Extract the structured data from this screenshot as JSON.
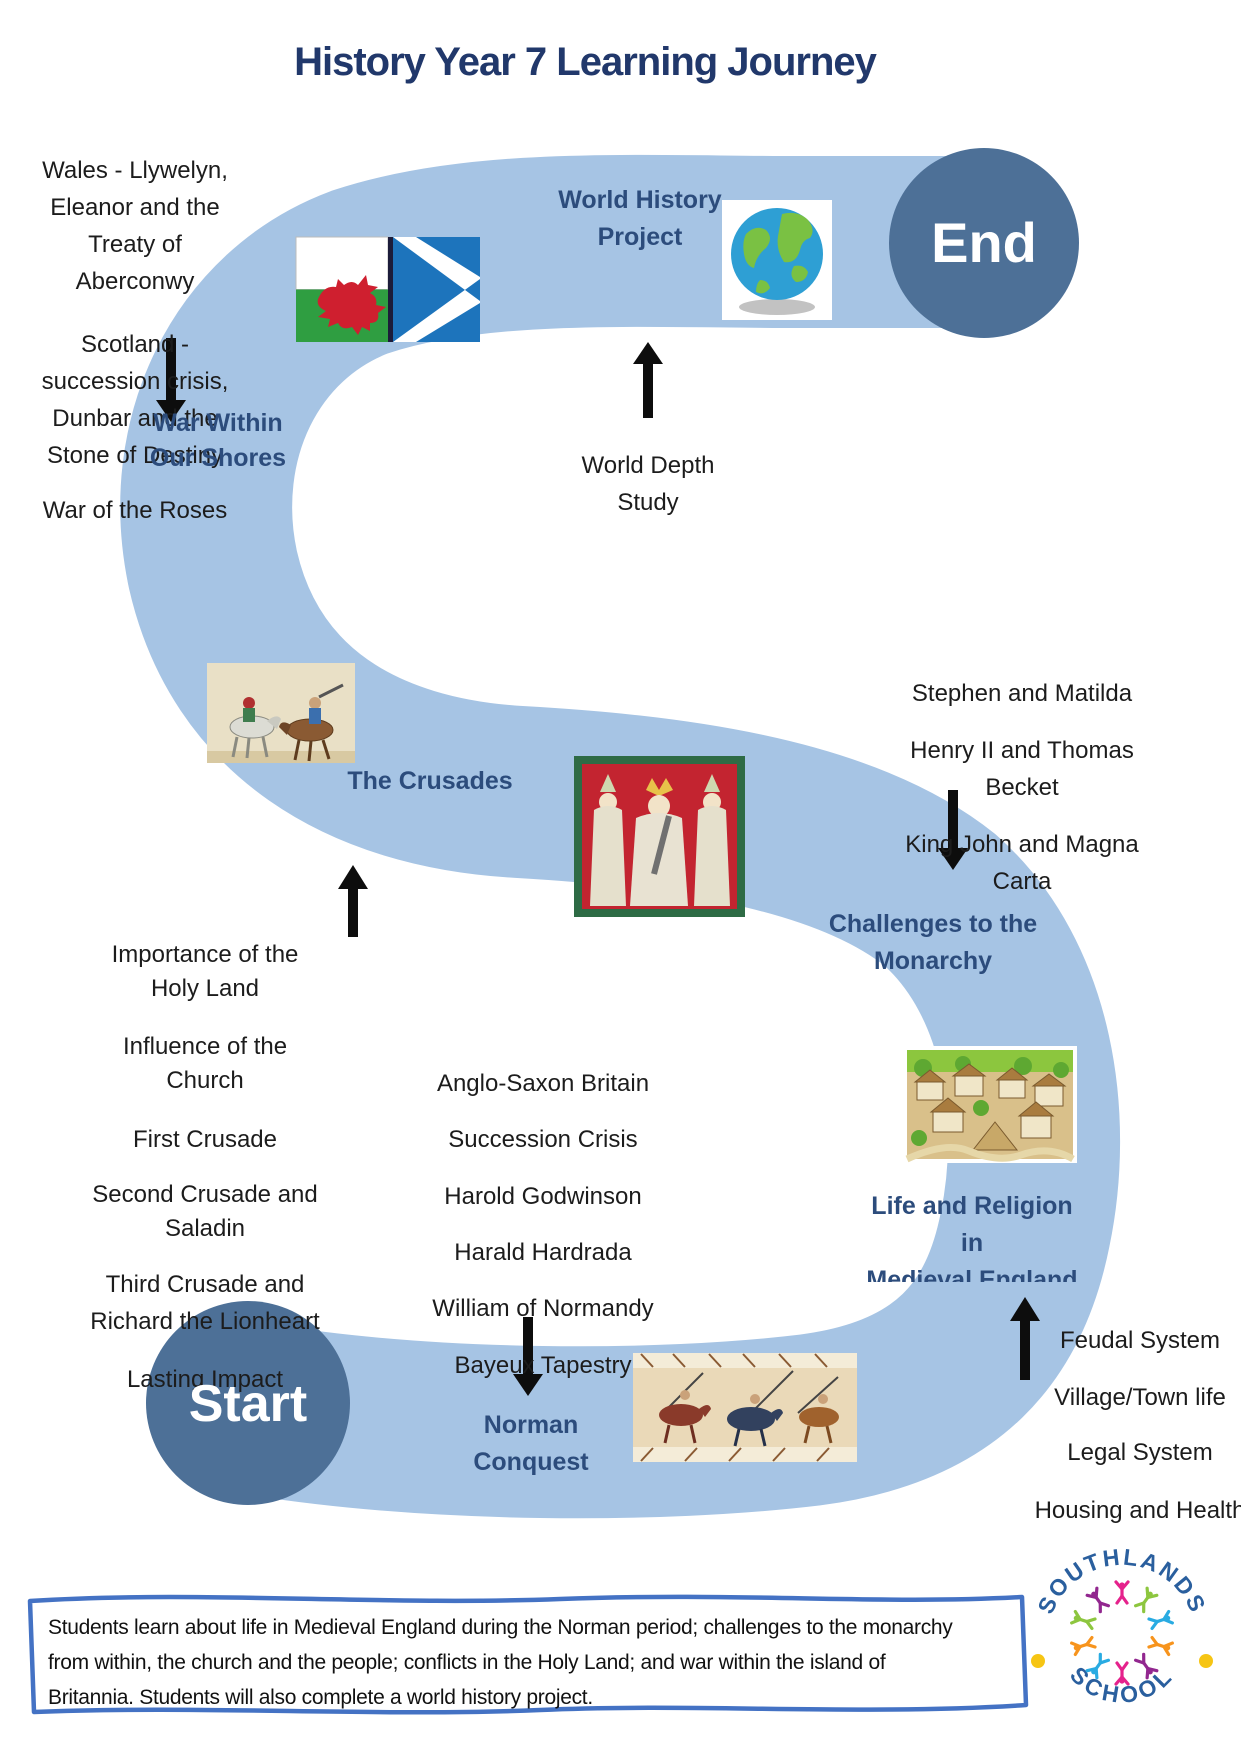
{
  "title": "History Year 7 Learning Journey",
  "journey": {
    "start_label": "Start",
    "end_label": "End",
    "path_color": "#a6c4e4",
    "node_color": "#4d7097",
    "stage_label_color": "#2c4c7c"
  },
  "stage_labels": {
    "war_within_our_shores": [
      "War Within",
      "Our Shores"
    ],
    "world_history_project": [
      "World History",
      "Project"
    ],
    "the_crusades": "The Crusades",
    "challenges_to_the_monarchy": [
      "Challenges to the",
      "Monarchy"
    ],
    "life_and_religion": [
      "Life and Religion",
      "in",
      "Medieval England"
    ],
    "norman_conquest": [
      "Norman",
      "Conquest"
    ]
  },
  "topic_groups": {
    "wales": [
      "Wales - Llywelyn,",
      "Eleanor and the",
      "Treaty of",
      "Aberconwy"
    ],
    "scotland": [
      "Scotland -",
      "succession crisis,",
      "Dunbar and the",
      "Stone of Destiny"
    ],
    "war_of_the_roses": "War of the Roses",
    "world_depth_study": [
      "World Depth",
      "Study"
    ],
    "monarchy": [
      "Stephen and Matilda",
      "Henry II and Thomas",
      "Becket",
      "King John and Magna",
      "Carta"
    ],
    "crusades": [
      "Importance of the",
      "Holy Land",
      "Influence of the",
      "Church",
      "First Crusade",
      "Second Crusade and",
      "Saladin",
      "Third Crusade and",
      "Richard the Lionheart",
      "Lasting Impact"
    ],
    "norman": [
      "Anglo-Saxon Britain",
      "Succession Crisis",
      "Harold Godwinson",
      "Harald Hardrada",
      "William of Normandy",
      "Bayeux Tapestry"
    ],
    "medieval_life": [
      "Feudal System",
      "Village/Town life",
      "Legal System",
      "Housing and Health"
    ]
  },
  "summary_box": {
    "lines": [
      "Students learn about life in Medieval England during the Norman period; challenges to the monarchy",
      "from within, the church and the people;  conflicts in the Holy Land; and war within the island of",
      "Britannia. Students will also complete a world history project."
    ]
  },
  "logo": {
    "arc_top": "SOUTHLANDS",
    "arc_bottom": "SCHOOL"
  },
  "images": {
    "flags": "welsh-and-scottish-flags",
    "globe": "world-globe",
    "knights": "crusader-knights-illustration",
    "king": "medieval-king-coronation",
    "village": "medieval-village",
    "bayeux": "bayeux-tapestry"
  }
}
